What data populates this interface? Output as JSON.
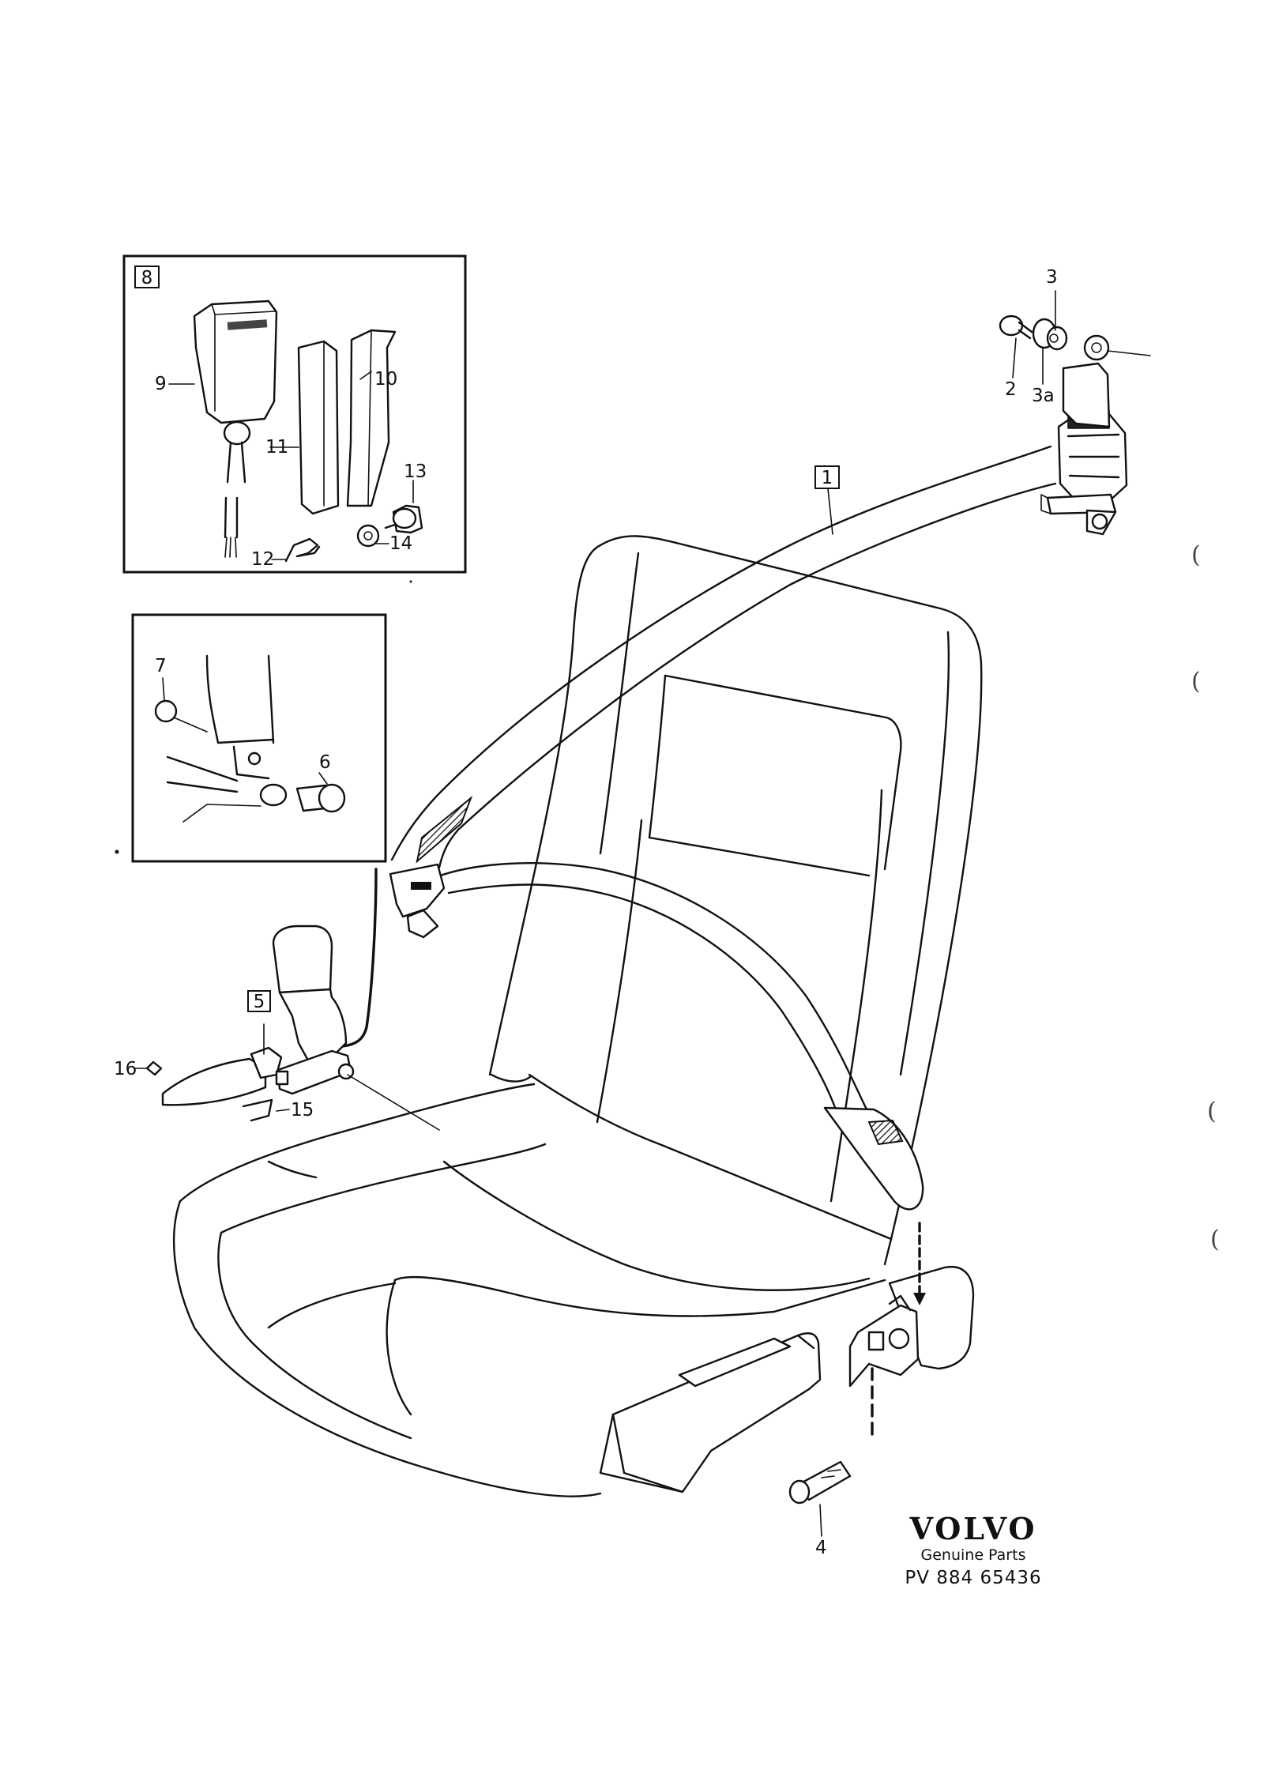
{
  "callouts": {
    "belt_assembly": "1",
    "bolt": "2",
    "washer": "3",
    "washer_b": "3a",
    "bolt_lower": "4",
    "buckle_assembly": "5",
    "pin": "6",
    "clip": "7",
    "inset_box": "8",
    "buckle_cover": "9",
    "cover_plate": "10",
    "cover_strip": "11",
    "spring_clip": "12",
    "stud": "13",
    "lock_washer": "14",
    "bracket_clip": "15",
    "screw": "16"
  },
  "brand": {
    "name": "VOLVO",
    "tagline": "Genuine Parts",
    "part_ref": "PV 884 65436"
  },
  "margin_marks": [
    "(",
    "(",
    "(",
    "("
  ]
}
